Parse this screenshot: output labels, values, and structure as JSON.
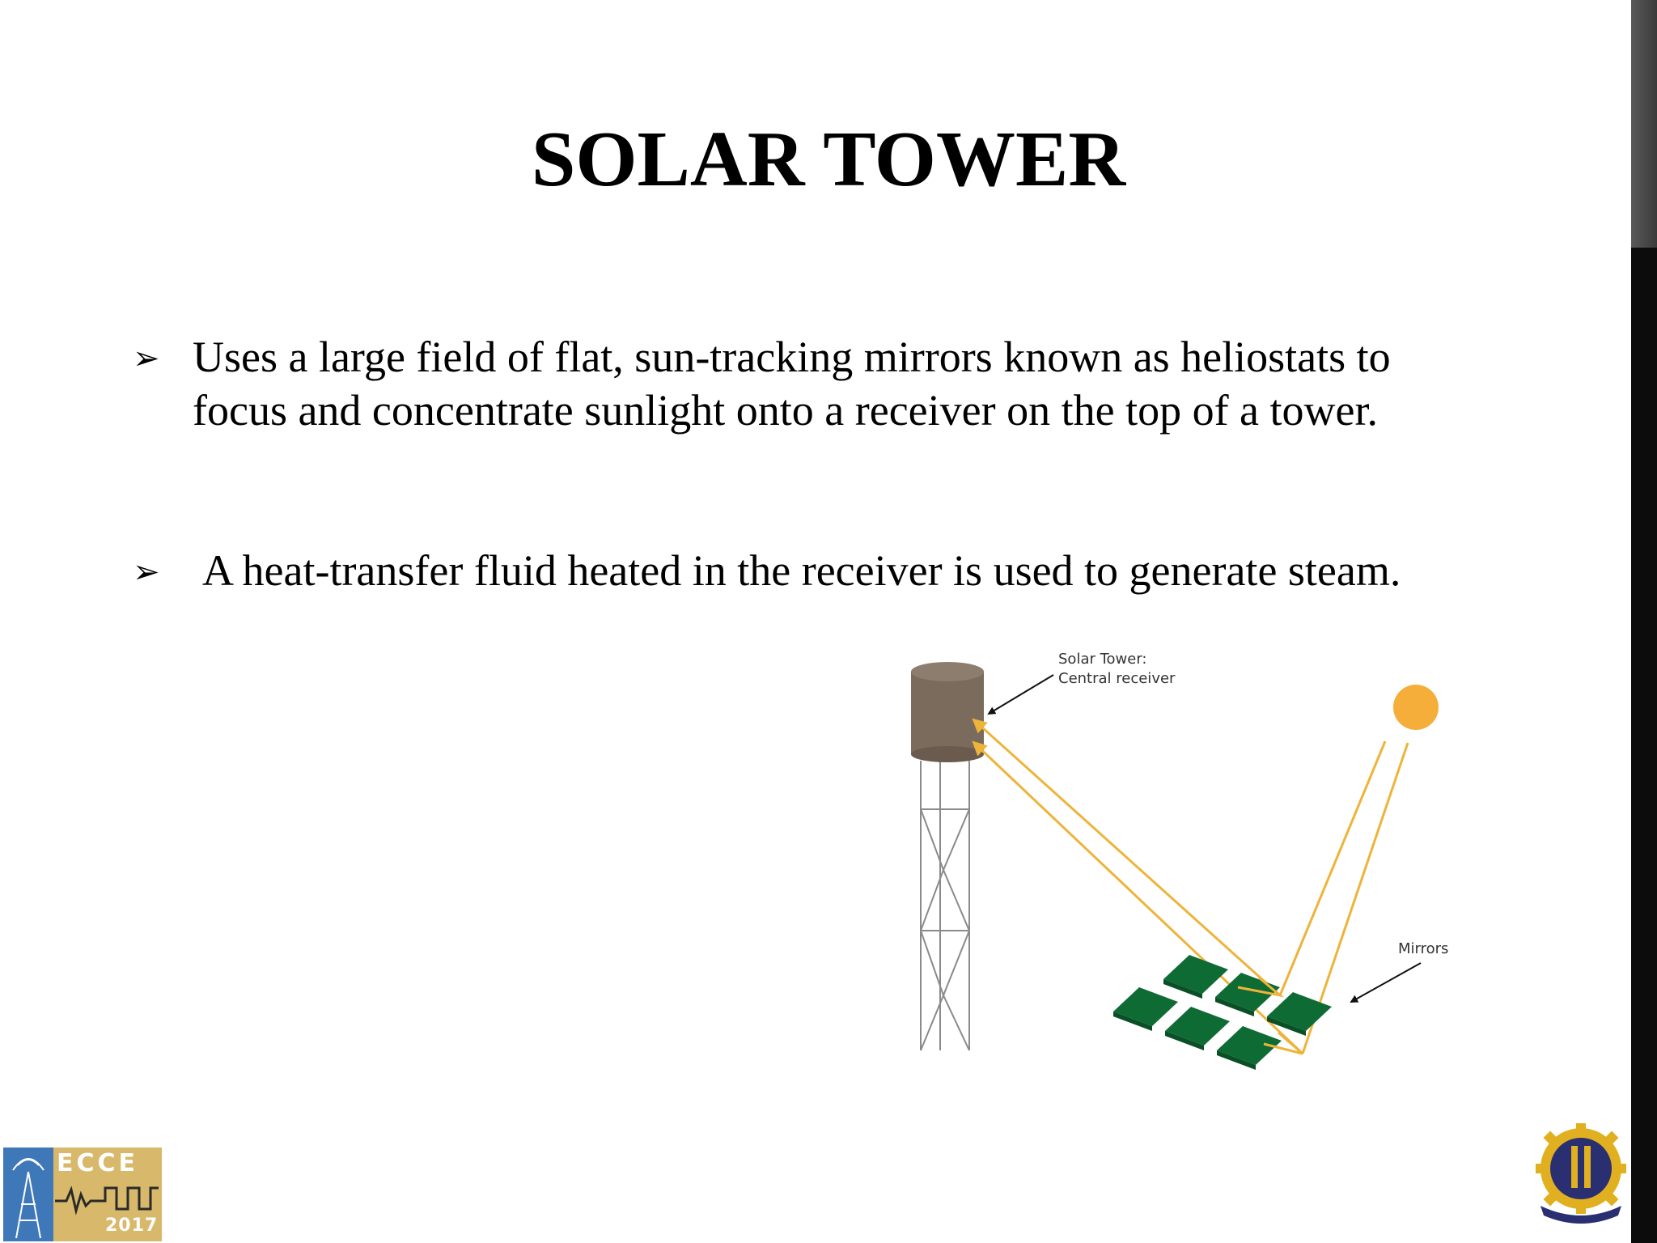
{
  "slide": {
    "title": "SOLAR TOWER",
    "bullets": [
      {
        "marker": "➢",
        "text": "Uses a large field of flat, sun-tracking mirrors known as heliostats to focus and concentrate sunlight onto a receiver on the top of a tower."
      },
      {
        "marker": "➢",
        "text": "A heat-transfer fluid heated in the receiver is used to generate steam."
      }
    ]
  },
  "diagram": {
    "label_tower_line1": "Solar Tower:",
    "label_tower_line2": "Central receiver",
    "label_mirrors": "Mirrors",
    "colors": {
      "receiver": "#7a6b5d",
      "mirror": "#0f6b34",
      "sun": "#f6ae3a",
      "ray": "#eeb43a",
      "tower_lines": "#888888"
    }
  },
  "logos": {
    "left_text": "ECCE",
    "left_year": "2017",
    "left_colors": {
      "panel": "#d8b86a",
      "accent": "#3f78b8"
    },
    "right_colors": {
      "gear": "#e0b020",
      "emblem": "#2a2f72"
    }
  }
}
